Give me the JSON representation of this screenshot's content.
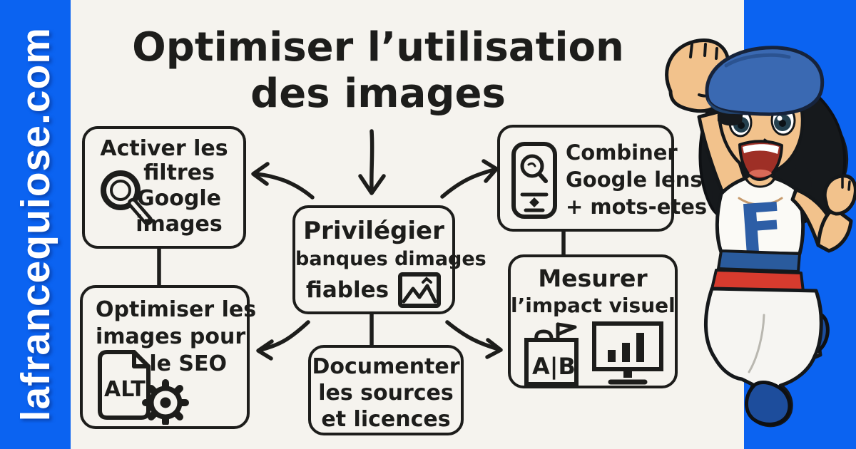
{
  "site": {
    "domain": "lafrancequiose.com"
  },
  "title": {
    "line1": "Optimiser l’utilisation",
    "line2": "des images"
  },
  "boxes": {
    "top_left": {
      "lines": [
        "Activer les",
        "filtres",
        "Google",
        "images"
      ],
      "icon": "magnifier-icon"
    },
    "bottom_left": {
      "lines": [
        "Optimiser les",
        "images pour",
        "le SEO"
      ],
      "alt_label": "ALT",
      "icons": [
        "alt-document-icon",
        "gear-icon"
      ]
    },
    "center": {
      "lines": [
        "Privilégier",
        "banques dimages",
        "fiables"
      ],
      "icon": "image-icon"
    },
    "top_right": {
      "lines": [
        "Combiner",
        "Google lens",
        "+ mots-etes"
      ],
      "icon": "google-lens-phone-icon"
    },
    "right": {
      "lines": [
        "Mesurer",
        "l’impact visuel"
      ],
      "ab_label": "A|B",
      "icons": [
        "ab-test-icon",
        "bar-chart-monitor-icon"
      ]
    },
    "bottom_center": {
      "lines": [
        "Documenter",
        "les sources",
        "et licences"
      ]
    }
  },
  "mascot": {
    "shirt_letter": "F",
    "description": "anime girl mascot with blue beret raising fist"
  },
  "colors": {
    "frame_blue": "#0b63f1",
    "paper": "#f5f3ee",
    "ink": "#1d1d1b",
    "beret_blue": "#3a69b2",
    "belt_blue": "#2a5b9d",
    "belt_red": "#d73b2e",
    "boot_blue": "#1d4d9c",
    "skin": "#f2c28c",
    "shirt_letter_blue": "#2d5ea6"
  }
}
